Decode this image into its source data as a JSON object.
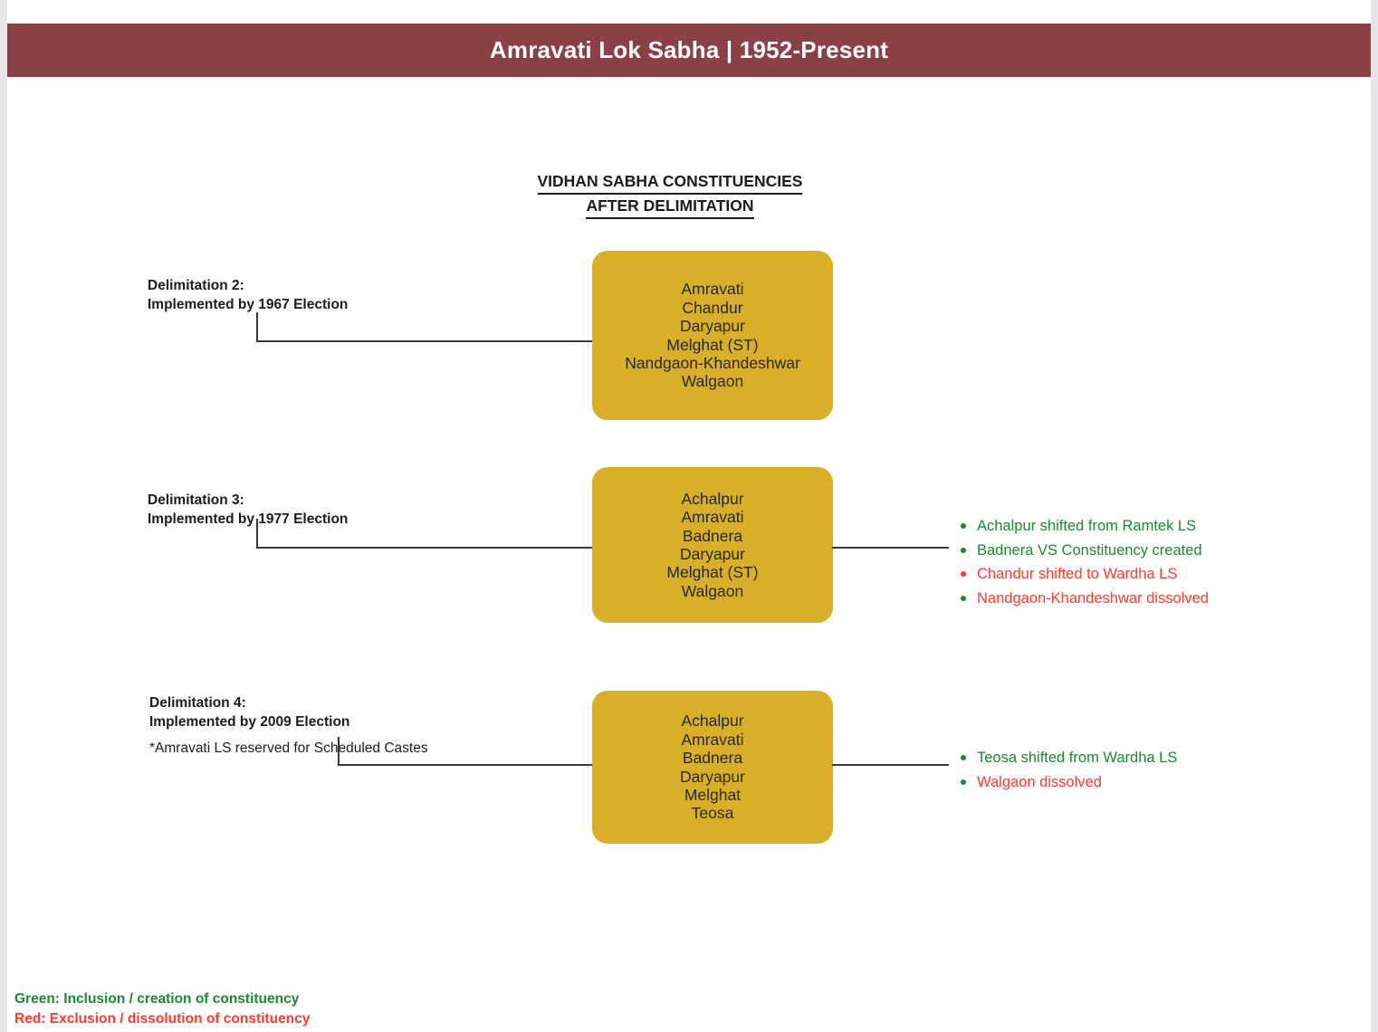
{
  "page": {
    "title": "Amravati Lok Sabha | 1952-Present",
    "section_heading_line1": "VIDHAN SABHA CONSTITUENCIES",
    "section_heading_line2": "AFTER DELIMITATION"
  },
  "colors": {
    "banner": "#8a4145",
    "banner_text": "#ffffff",
    "box_fill": "#d9af27",
    "box_text": "#272727",
    "connector": "#3a3a3a",
    "green": "#1a8a2e",
    "red": "#ff3b30",
    "heading_text": "#1c1c1c"
  },
  "delimitations": [
    {
      "id": "delimitation-2",
      "label_heading": "Delimitation 2:\nImplemented by 1967 Election",
      "note": "",
      "constituencies": [
        "Amravati",
        "Chandur",
        "Daryapur",
        "Melghat (ST)",
        "Nandgaon-Khandeshwar",
        "Walgaon"
      ],
      "constituencies_text": "Amravati\nChandur\nDaryapur\nMelghat (ST)\nNandgaon-Khandeshwar\nWalgaon",
      "changes": []
    },
    {
      "id": "delimitation-3",
      "label_heading": "Delimitation 3:\nImplemented by 1977 Election",
      "note": "",
      "constituencies": [
        "Achalpur",
        "Amravati",
        "Badnera",
        "Daryapur",
        "Melghat (ST)",
        "Walgaon"
      ],
      "constituencies_text": "Achalpur\nAmravati\nBadnera\nDaryapur\nMelghat (ST)\nWalgaon",
      "changes": [
        {
          "text": "Achalpur shifted from Ramtek LS",
          "text_color": "#1a8a2e",
          "bullet_color": "#1a8a2e"
        },
        {
          "text": "Badnera VS Constituency created",
          "text_color": "#1a8a2e",
          "bullet_color": "#1a8a2e"
        },
        {
          "text": "Chandur shifted to Wardha LS",
          "text_color": "#ff3b30",
          "bullet_color": "#ff3b30"
        },
        {
          "text": "Nandgaon-Khandeshwar dissolved",
          "text_color": "#ff3b30",
          "bullet_color": "#1a8a2e"
        }
      ]
    },
    {
      "id": "delimitation-4",
      "label_heading": "Delimitation 4:\nImplemented by 2009 Election",
      "note": "*Amravati LS reserved for Scheduled Castes",
      "constituencies": [
        "Achalpur",
        "Amravati",
        "Badnera",
        "Daryapur",
        "Melghat",
        "Teosa"
      ],
      "constituencies_text": "Achalpur\nAmravati\nBadnera\nDaryapur\nMelghat\nTeosa",
      "changes": [
        {
          "text": "Teosa shifted from Wardha LS",
          "text_color": "#1a8a2e",
          "bullet_color": "#1a8a2e"
        },
        {
          "text": "Walgaon dissolved",
          "text_color": "#ff3b30",
          "bullet_color": "#1a8a2e"
        }
      ]
    }
  ],
  "legend": {
    "green_line": "Green: Inclusion / creation of constituency",
    "red_line": "Red: Exclusion / dissolution of constituency"
  }
}
